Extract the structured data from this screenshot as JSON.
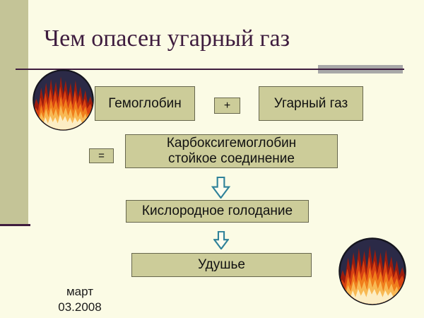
{
  "slide": {
    "title": "Чем опасен угарный газ",
    "diagram": {
      "hemoglobin_label": "Гемоглобин",
      "plus_operator": "+",
      "co_label": "Угарный газ",
      "equals_operator": "=",
      "carboxy_line1": "Карбоксигемоглобин",
      "carboxy_line2": "стойкое соединение",
      "oxygen_label": "Кислородное голодание",
      "suffocation_label": "Удушье"
    },
    "footer": {
      "month": "март",
      "date": "03.2008"
    },
    "icons": {
      "fire_top_left": "fire-icon",
      "fire_bottom_right": "fire-icon",
      "arrow_1": "down-arrow-icon",
      "arrow_2": "down-arrow-icon"
    },
    "colors": {
      "background": "#FBFBE5",
      "sidebar": "#C4C497",
      "box_fill": "#CCCC99",
      "box_border": "#66664D",
      "title_text": "#3E1C3E",
      "rule_line": "#3E1C3E",
      "rule_gray_bar": "#A8A8A8",
      "arrow_outline": "#2F8299",
      "body_text": "#111111"
    }
  }
}
